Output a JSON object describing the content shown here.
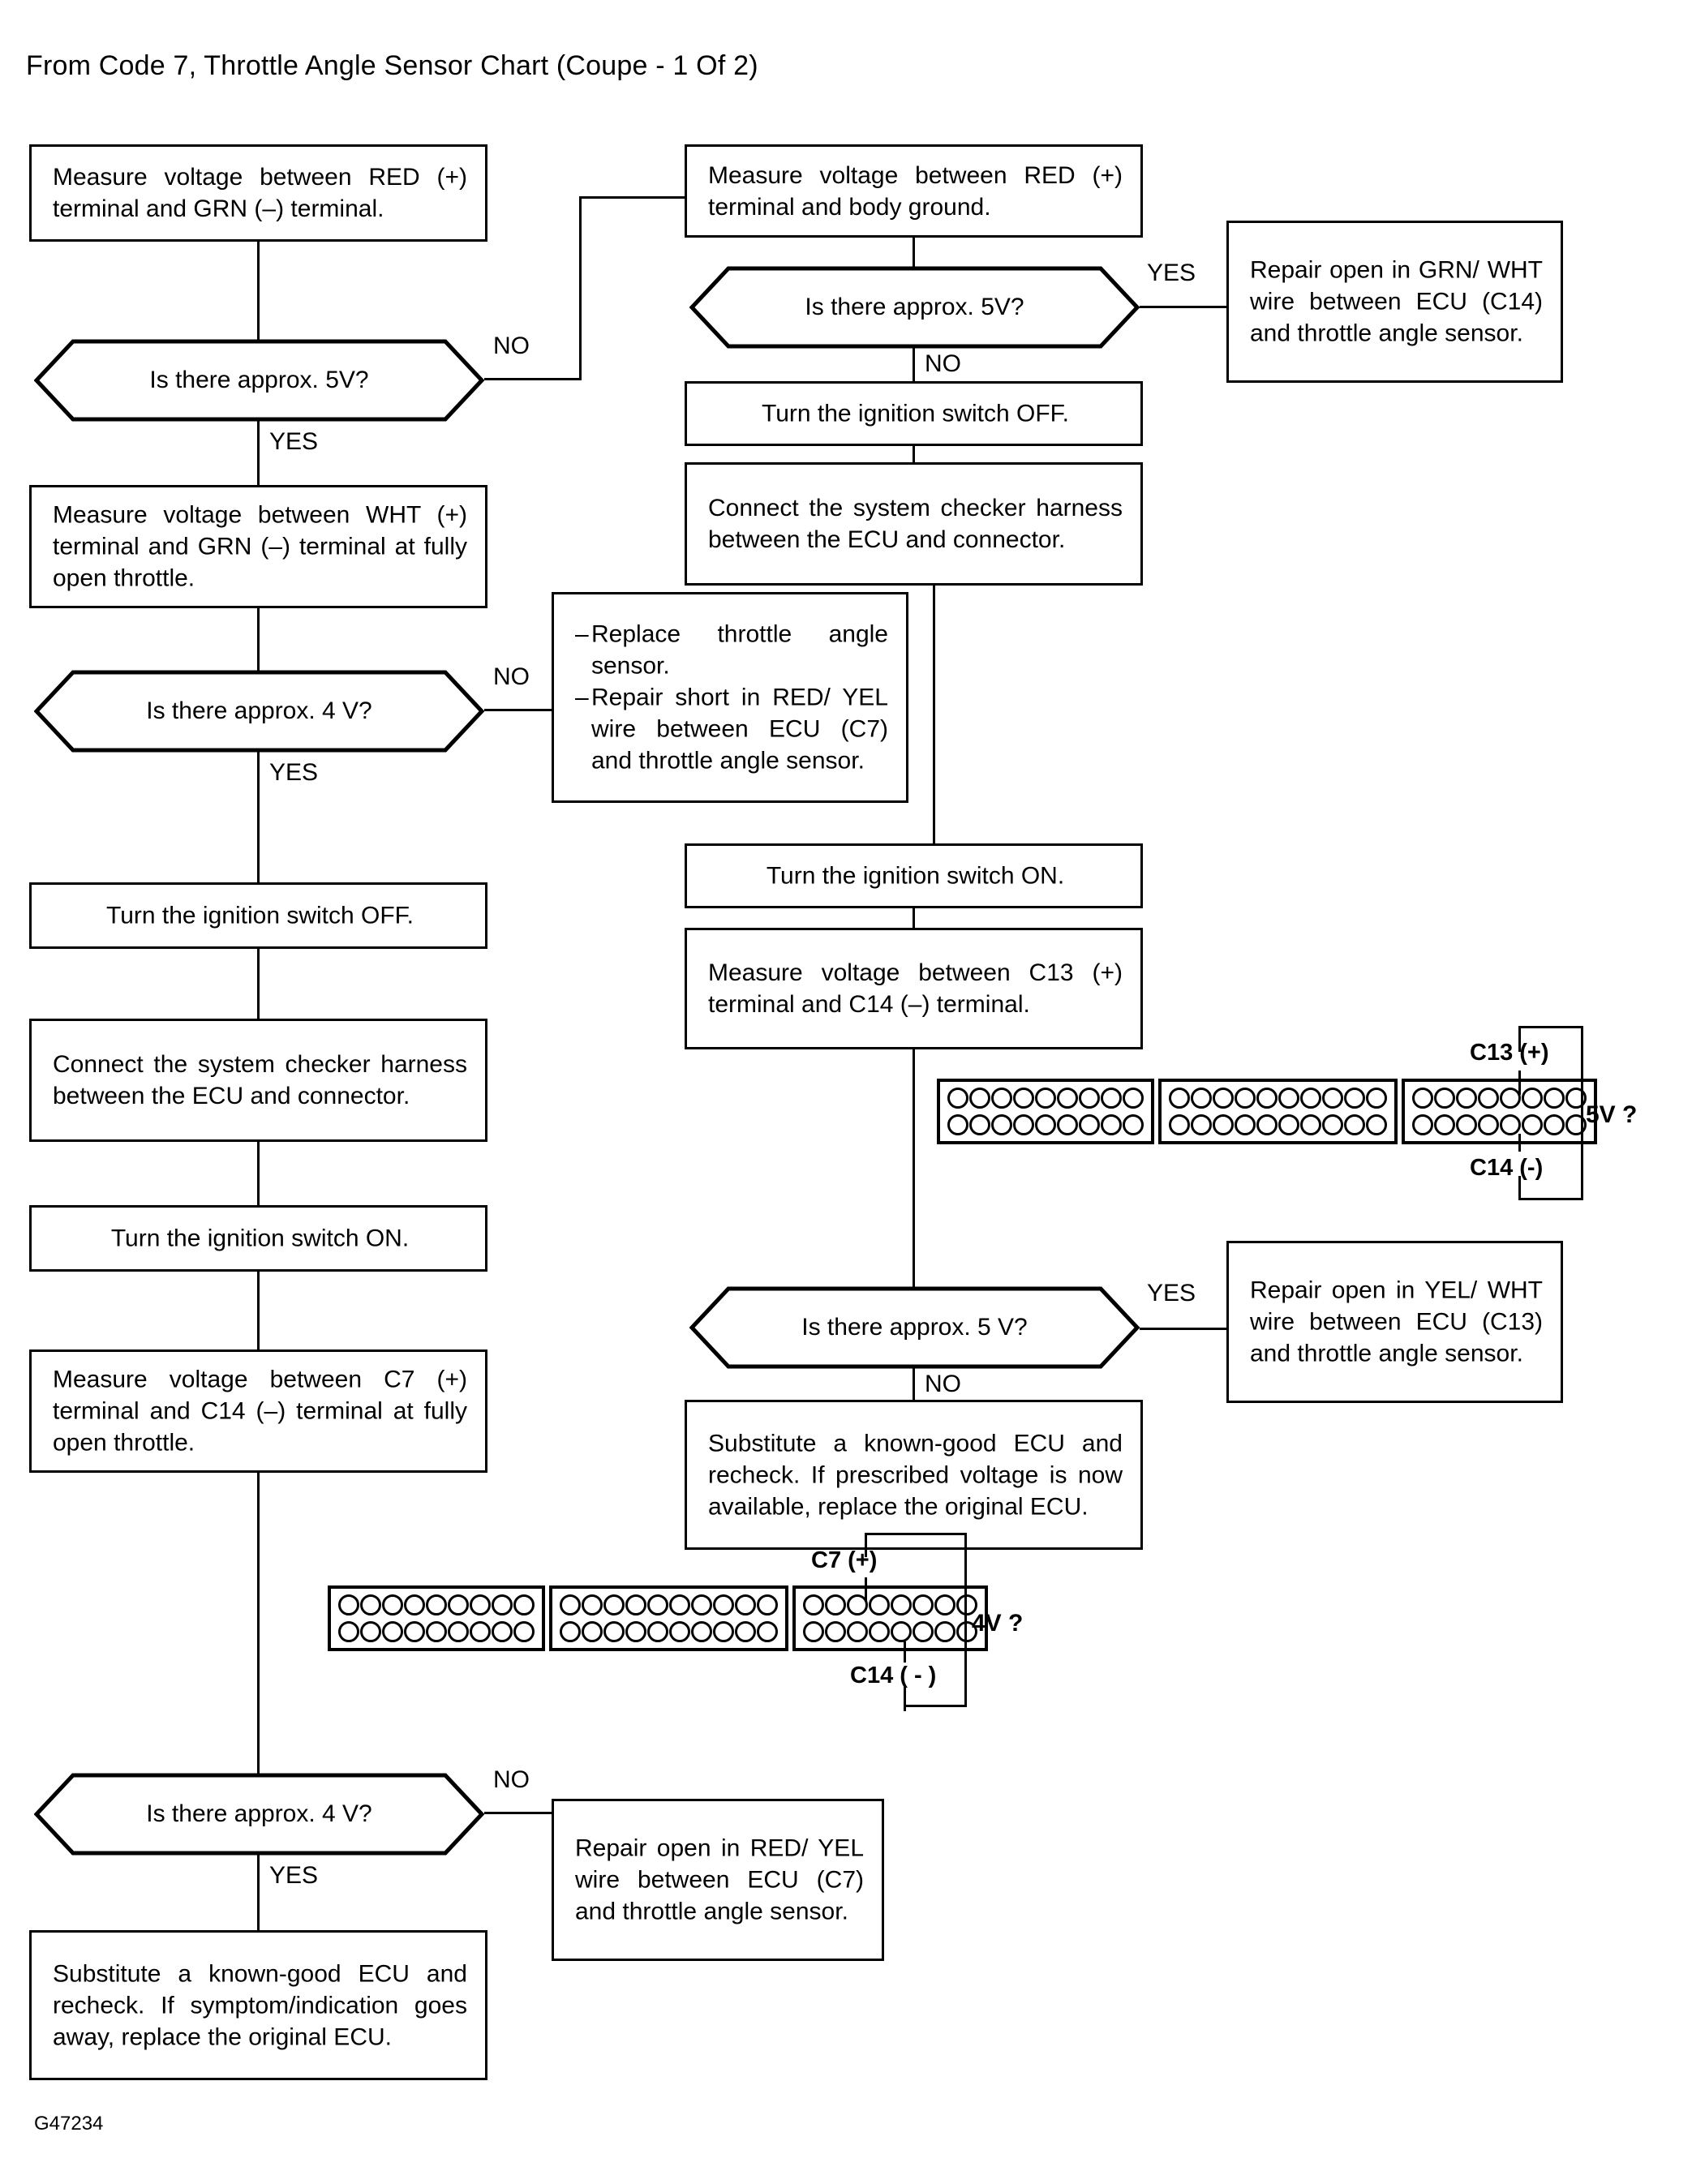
{
  "title": "From Code 7, Throttle Angle Sensor Chart (Coupe - 1 Of 2)",
  "footer_code": "G47234",
  "labels": {
    "yes": "YES",
    "no": "NO"
  },
  "boxes": {
    "l1_measure_red_grn": "Measure voltage between RED (+) terminal and GRN (–) terminal.",
    "l1_q": "Is there approx. 5V?",
    "l2_measure_wht_grn": "Measure voltage between WHT (+) terminal and GRN (–) terminal at fully open throttle.",
    "l2_q": "Is there approx. 4 V?",
    "l3_ign_off": "Turn the ignition switch OFF.",
    "l4_connect_harness": "Connect the system checker harness between the ECU and connector.",
    "l5_ign_on": "Turn the ignition switch ON.",
    "l6_measure_c7_c14": "Measure voltage between C7 (+) terminal and C14 (–) terminal at fully open throttle.",
    "l7_q": "Is there approx. 4 V?",
    "l8_substitute_ecu": "Substitute a known-good ECU and recheck. If symptom/indication goes away, replace the original ECU.",
    "l8_repair_red_yel": "Repair open in RED/ YEL wire between ECU (C7) and throttle angle sensor.",
    "r1_measure_red_ground": "Measure voltage between RED (+) terminal and body ground.",
    "r1_q": "Is there approx. 5V?",
    "r1_repair_grn_wht": "Repair open in GRN/ WHT wire between ECU (C14) and throttle angle sensor.",
    "r2_ign_off": "Turn the ignition switch OFF.",
    "r3_connect_harness": "Connect the system checker harness between the ECU and connector.",
    "r4_bullets": [
      "Replace throttle angle sensor.",
      "Repair short in RED/ YEL wire between ECU (C7) and throttle angle sensor."
    ],
    "r5_ign_on": "Turn the ignition switch ON.",
    "r6_measure_c13_c14": "Measure voltage between C13 (+) terminal and C14 (–) terminal.",
    "r7_q": "Is there approx. 5 V?",
    "r7_repair_yel_wht": "Repair open in YEL/ WHT wire between ECU (C13) and throttle angle sensor.",
    "r8_substitute_ecu": "Substitute a known-good ECU and recheck. If prescribed voltage is now available, replace the original ECU."
  },
  "connector_top": {
    "segments": [
      9,
      10,
      8
    ],
    "rows": 2,
    "pin_plus_label": "C13 (+)",
    "pin_minus_label": "C14 (-)",
    "measure_label": "5V ?",
    "plus_segment": 2,
    "plus_index": 6,
    "minus_segment": 2,
    "minus_index": 6
  },
  "connector_bottom": {
    "segments": [
      9,
      10,
      8
    ],
    "rows": 2,
    "pin_plus_label": "C7 (+)",
    "pin_minus_label": "C14 ( - )",
    "measure_label": "4V ?",
    "plus_segment": 2,
    "plus_index": 3,
    "minus_segment": 2,
    "minus_index": 6
  },
  "chart_data": {
    "type": "flowchart",
    "title": "From Code 7, Throttle Angle Sensor Chart (Coupe - 1 Of 2)",
    "nodes": [
      {
        "id": "L1",
        "shape": "process",
        "text": "Measure voltage between RED (+) terminal and GRN (–) terminal."
      },
      {
        "id": "L1Q",
        "shape": "decision",
        "text": "Is there approx. 5V?"
      },
      {
        "id": "L2",
        "shape": "process",
        "text": "Measure voltage between WHT (+) terminal and GRN (–) terminal at fully open throttle."
      },
      {
        "id": "L2Q",
        "shape": "decision",
        "text": "Is there approx. 4 V?"
      },
      {
        "id": "L3",
        "shape": "process",
        "text": "Turn the ignition switch OFF."
      },
      {
        "id": "L4",
        "shape": "process",
        "text": "Connect the system checker harness between the ECU and connector."
      },
      {
        "id": "L5",
        "shape": "process",
        "text": "Turn the ignition switch ON."
      },
      {
        "id": "L6",
        "shape": "process",
        "text": "Measure voltage between C7 (+) terminal and C14 (–) terminal at fully open throttle."
      },
      {
        "id": "L7Q",
        "shape": "decision",
        "text": "Is there approx. 4 V?"
      },
      {
        "id": "L8",
        "shape": "process",
        "text": "Substitute a known-good ECU and recheck. If symptom/indication goes away, replace the original ECU."
      },
      {
        "id": "L8R",
        "shape": "process",
        "text": "Repair open in RED/ YEL wire between ECU (C7) and throttle angle sensor."
      },
      {
        "id": "R1",
        "shape": "process",
        "text": "Measure voltage between RED (+) terminal and body ground."
      },
      {
        "id": "R1Q",
        "shape": "decision",
        "text": "Is there approx. 5V?"
      },
      {
        "id": "R1R",
        "shape": "process",
        "text": "Repair open in GRN/ WHT wire between ECU (C14) and throttle angle sensor."
      },
      {
        "id": "R2",
        "shape": "process",
        "text": "Turn the ignition switch OFF."
      },
      {
        "id": "R3",
        "shape": "process",
        "text": "Connect the system checker harness between the ECU and connector."
      },
      {
        "id": "R4",
        "shape": "process",
        "text": "–Replace throttle angle sensor. –Repair short in RED/ YEL wire between ECU (C7) and throttle angle sensor."
      },
      {
        "id": "R5",
        "shape": "process",
        "text": "Turn the ignition switch ON."
      },
      {
        "id": "R6",
        "shape": "process",
        "text": "Measure voltage between C13 (+) terminal and C14 (–) terminal."
      },
      {
        "id": "R7Q",
        "shape": "decision",
        "text": "Is there approx. 5 V?"
      },
      {
        "id": "R7R",
        "shape": "process",
        "text": "Repair open in YEL/ WHT wire between ECU (C13) and throttle angle sensor."
      },
      {
        "id": "R8",
        "shape": "process",
        "text": "Substitute a known-good ECU and recheck. If prescribed voltage is now available, replace the original ECU."
      }
    ],
    "edges": [
      {
        "from": "L1",
        "to": "L1Q",
        "label": ""
      },
      {
        "from": "L1Q",
        "to": "L2",
        "label": "YES"
      },
      {
        "from": "L1Q",
        "to": "R1",
        "label": "NO"
      },
      {
        "from": "L2",
        "to": "L2Q",
        "label": ""
      },
      {
        "from": "L2Q",
        "to": "L3",
        "label": "YES"
      },
      {
        "from": "L2Q",
        "to": "R4",
        "label": "NO"
      },
      {
        "from": "L3",
        "to": "L4",
        "label": ""
      },
      {
        "from": "L4",
        "to": "L5",
        "label": ""
      },
      {
        "from": "L5",
        "to": "L6",
        "label": ""
      },
      {
        "from": "L6",
        "to": "L7Q",
        "label": ""
      },
      {
        "from": "L7Q",
        "to": "L8",
        "label": "YES"
      },
      {
        "from": "L7Q",
        "to": "L8R",
        "label": "NO"
      },
      {
        "from": "R1",
        "to": "R1Q",
        "label": ""
      },
      {
        "from": "R1Q",
        "to": "R1R",
        "label": "YES"
      },
      {
        "from": "R1Q",
        "to": "R2",
        "label": "NO"
      },
      {
        "from": "R2",
        "to": "R3",
        "label": ""
      },
      {
        "from": "R3",
        "to": "R5",
        "label": ""
      },
      {
        "from": "R5",
        "to": "R6",
        "label": ""
      },
      {
        "from": "R6",
        "to": "R7Q",
        "label": ""
      },
      {
        "from": "R7Q",
        "to": "R7R",
        "label": "YES"
      },
      {
        "from": "R7Q",
        "to": "R8",
        "label": "NO"
      }
    ]
  }
}
